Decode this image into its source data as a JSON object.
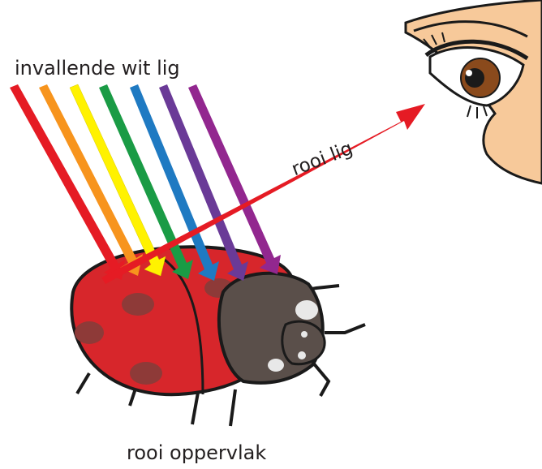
{
  "labels": {
    "incoming_white_light": "invallende wit lig",
    "red_light": "rooi lig",
    "red_surface": "rooi oppervlak"
  },
  "colors": {
    "ray_red": "#e51b24",
    "ray_orange": "#f7941d",
    "ray_yellow": "#fff200",
    "ray_green": "#1a9b45",
    "ray_blue": "#1f7ac2",
    "ray_indigo": "#6a3a97",
    "ray_violet": "#92278f",
    "reflected_red": "#e51b24",
    "ladybug_shell": "#d7262b",
    "ladybug_spots": "#8e3a38",
    "ladybug_head": "#5a4f4a",
    "skin": "#f7c99a",
    "iris": "#8a4a1c"
  },
  "icons": {
    "eye": "eye-icon",
    "ladybug": "ladybug-icon"
  }
}
